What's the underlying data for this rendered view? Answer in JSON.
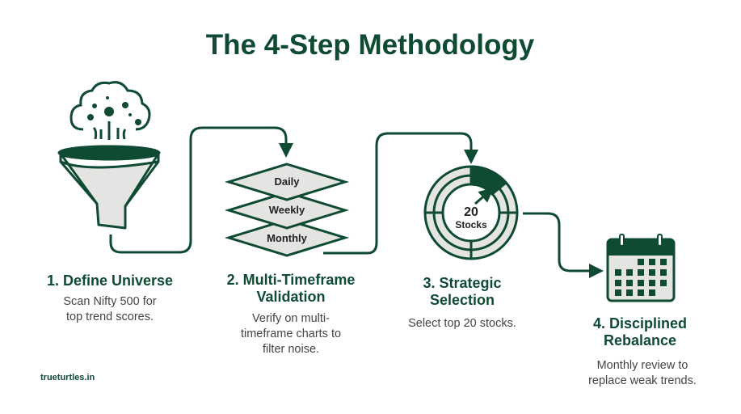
{
  "title": "The 4-Step Methodology",
  "colors": {
    "accent": "#0f4a32",
    "fill": "#e4e4e2"
  },
  "steps": [
    {
      "title_lines": [
        "1. Define Universe"
      ],
      "desc_lines": [
        "Scan Nifty 500 for",
        "top trend scores."
      ],
      "icon": "funnel-icon"
    },
    {
      "title_lines": [
        "2. Multi-Timeframe",
        "Validation"
      ],
      "desc_lines": [
        "Verify on multi-",
        "timeframe charts to",
        "filter noise."
      ],
      "icon": "timeframe-layers-icon",
      "layers": [
        "Daily",
        "Weekly",
        "Monthly"
      ]
    },
    {
      "title_lines": [
        "3. Strategic",
        "Selection"
      ],
      "desc_lines": [
        "Select top 20 stocks."
      ],
      "icon": "target-icon",
      "target_number": "20",
      "target_label": "Stocks"
    },
    {
      "title_lines": [
        "4. Disciplined",
        "Rebalance"
      ],
      "desc_lines": [
        "Monthly review to",
        "replace weak trends."
      ],
      "icon": "calendar-icon"
    }
  ],
  "footer": "trueturtles.in"
}
